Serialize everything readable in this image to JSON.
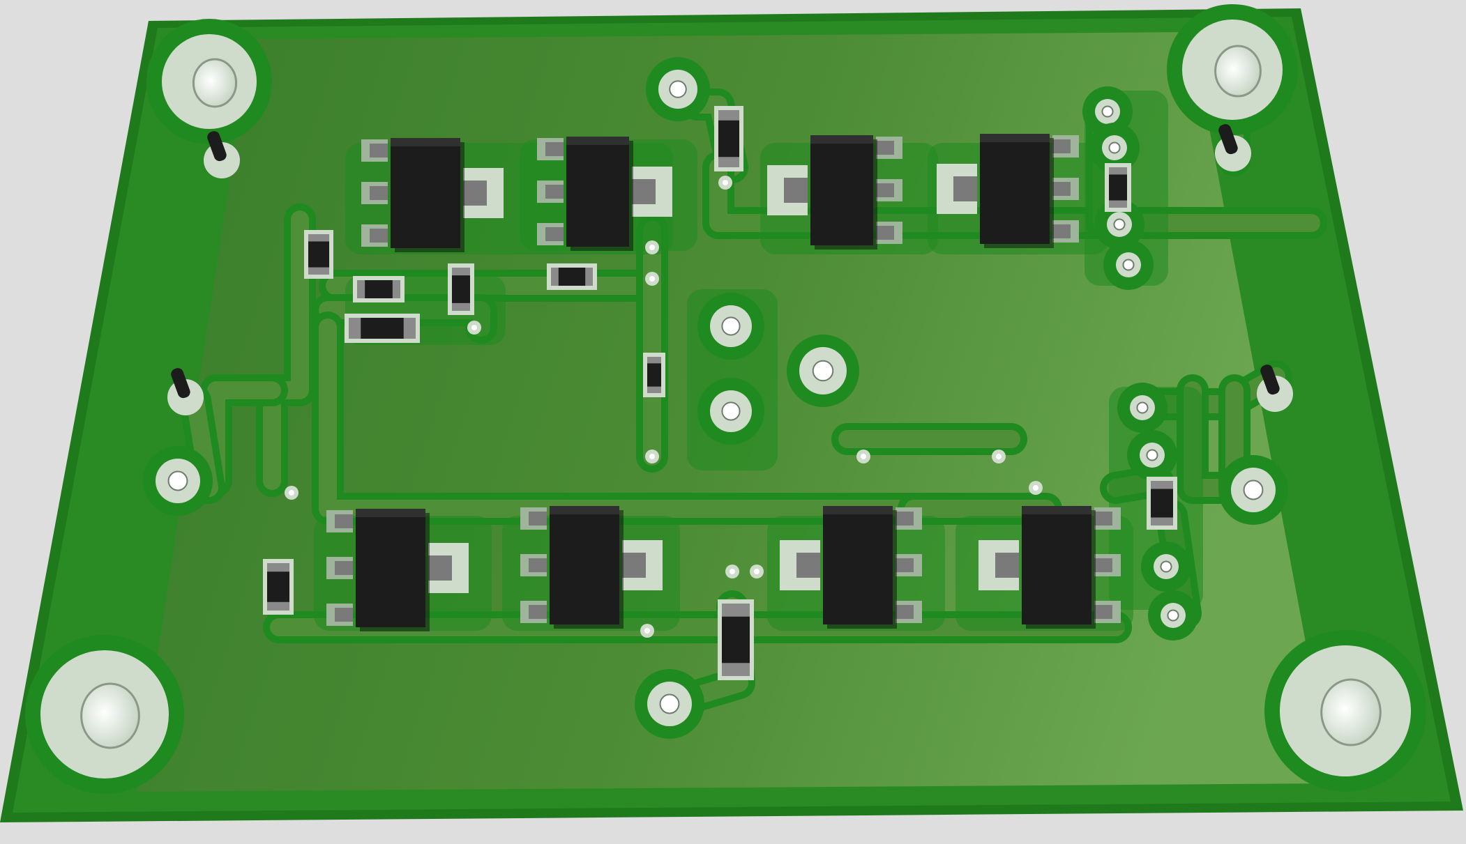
{
  "scene": {
    "subject": "pcb-3d-render",
    "colors": {
      "background": "#dedede",
      "board_edge": "#23801f",
      "board_fill_dark": "#3b7c2b",
      "board_fill_light": "#6ea450",
      "clearance": "#1f8a1f",
      "pad": "#cfdccb",
      "pad_shadow": "#9fb59b",
      "ic_body": "#1c1c1c",
      "ic_lead": "#7a7a7a",
      "hole": "#fafafa"
    },
    "components": {
      "transistors_top_row": 4,
      "transistors_bottom_row": 4,
      "mounting_holes": 4,
      "smd_passives": 10
    }
  }
}
